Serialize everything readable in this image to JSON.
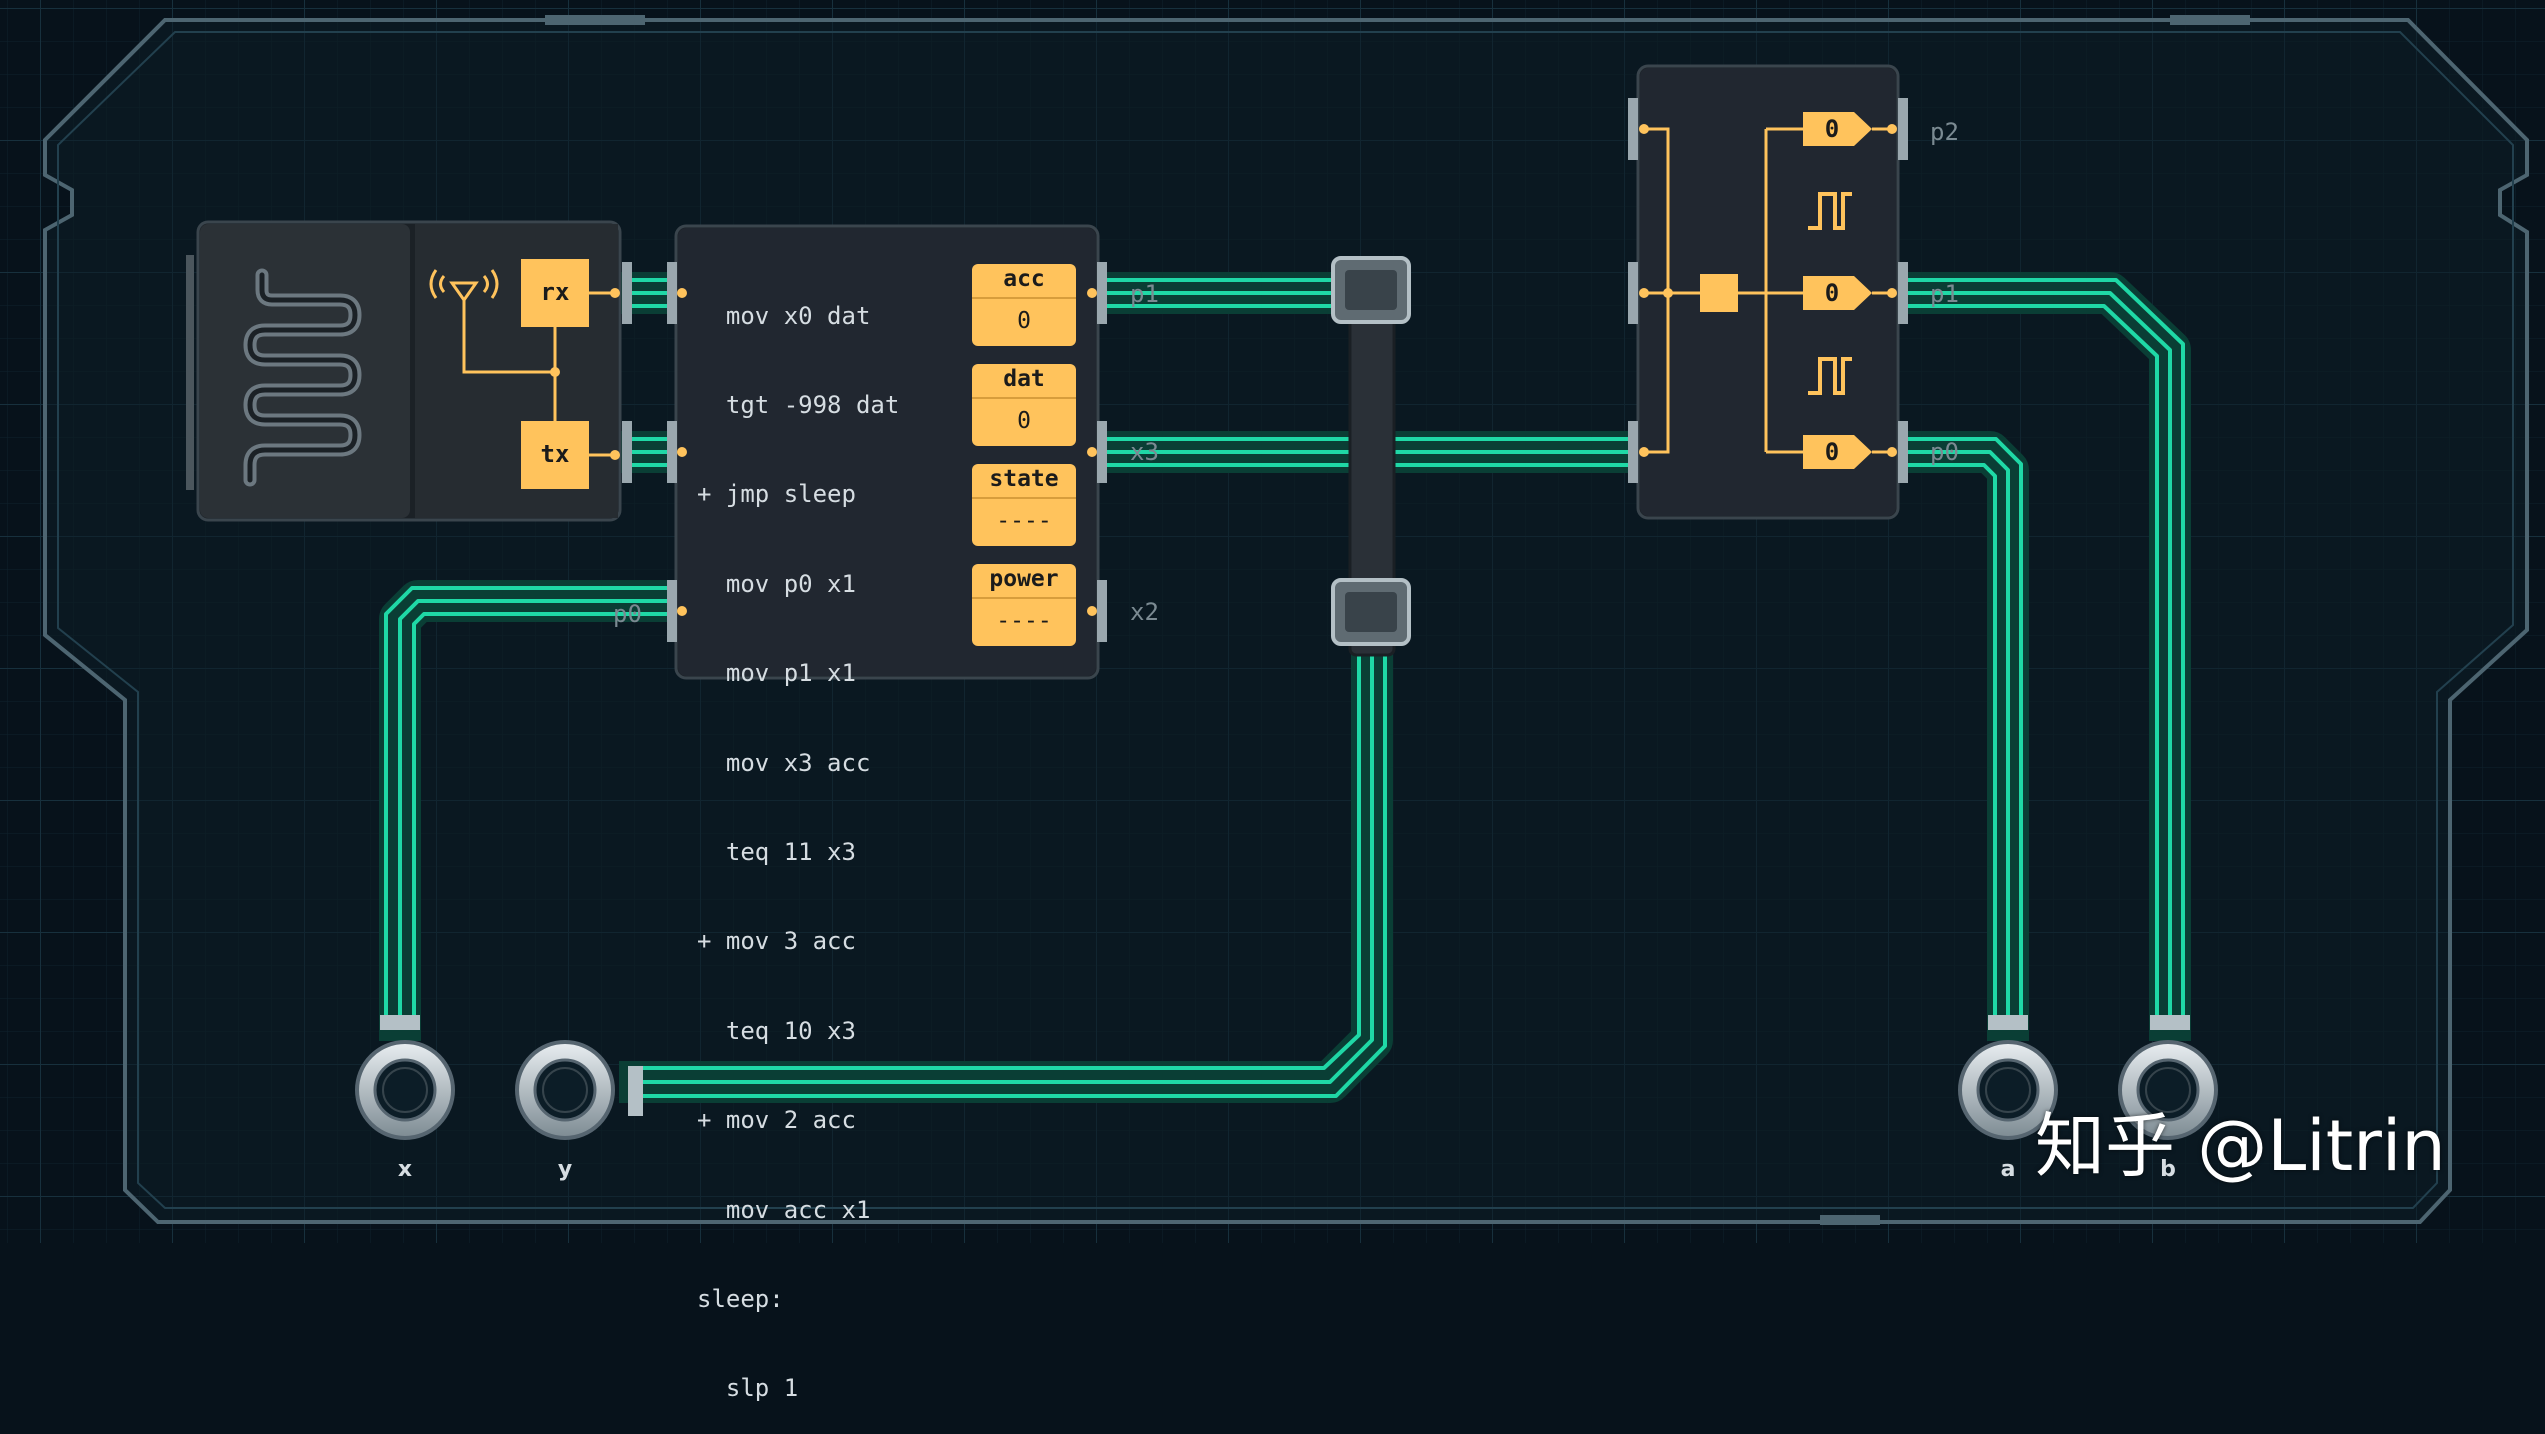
{
  "colors": {
    "trace": "#1fd8a6",
    "accent": "#ffc35c",
    "board_edge": "#5a6e7a",
    "module_body": "#262c31"
  },
  "radio_module": {
    "icon": "serpentine-antenna-icon",
    "antenna_icon": "antenna-icon",
    "rx_label": "rx",
    "tx_label": "tx"
  },
  "mc_module": {
    "code_lines": [
      "  mov x0 dat",
      "  tgt -998 dat",
      "+ jmp sleep",
      "  mov p0 x1",
      "  mov p1 x1",
      "  mov x3 acc",
      "  teq 11 x3",
      "+ mov 3 acc",
      "  teq 10 x3",
      "+ mov 2 acc",
      "  mov acc x1",
      "sleep:",
      "  slp 1"
    ],
    "registers": [
      {
        "label": "acc",
        "value": "0"
      },
      {
        "label": "dat",
        "value": "0"
      },
      {
        "label": "state",
        "value": "----"
      },
      {
        "label": "power",
        "value": "----"
      }
    ],
    "ports": {
      "p0": "p0",
      "p1": "p1",
      "x3": "x3",
      "x2": "x2"
    }
  },
  "output_module": {
    "ports": {
      "p2": "p2",
      "p1": "p1",
      "p0": "p0"
    },
    "gates": [
      "0",
      "0",
      "0"
    ],
    "pulse_icon": "pulse-wave-icon"
  },
  "terminals": [
    "x",
    "y",
    "a",
    "b"
  ],
  "watermark": "知乎 @Litrin"
}
